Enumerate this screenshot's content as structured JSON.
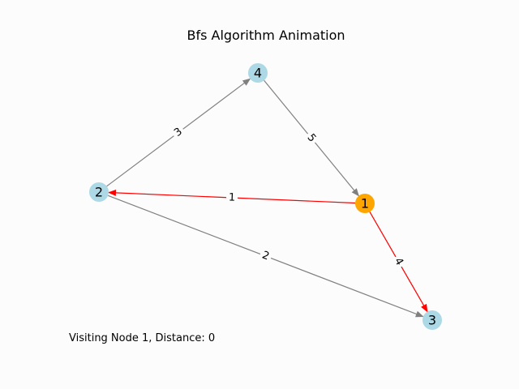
{
  "title": "Bfs Algorithm Animation",
  "status": "Visiting Node 1, Distance: 0",
  "colors": {
    "node_default": "#add8e6",
    "node_current": "#ffa500",
    "edge_default": "#808080",
    "edge_active": "#ff0000"
  },
  "graph": {
    "nodes": [
      {
        "id": "1",
        "label": "1",
        "state": "current"
      },
      {
        "id": "2",
        "label": "2",
        "state": "default"
      },
      {
        "id": "3",
        "label": "3",
        "state": "default"
      },
      {
        "id": "4",
        "label": "4",
        "state": "default"
      }
    ],
    "edges": [
      {
        "from": "1",
        "to": "2",
        "weight": "1",
        "state": "active"
      },
      {
        "from": "1",
        "to": "3",
        "weight": "4",
        "state": "active"
      },
      {
        "from": "2",
        "to": "3",
        "weight": "2",
        "state": "default"
      },
      {
        "from": "2",
        "to": "4",
        "weight": "3",
        "state": "default"
      },
      {
        "from": "4",
        "to": "1",
        "weight": "5",
        "state": "default"
      }
    ]
  }
}
